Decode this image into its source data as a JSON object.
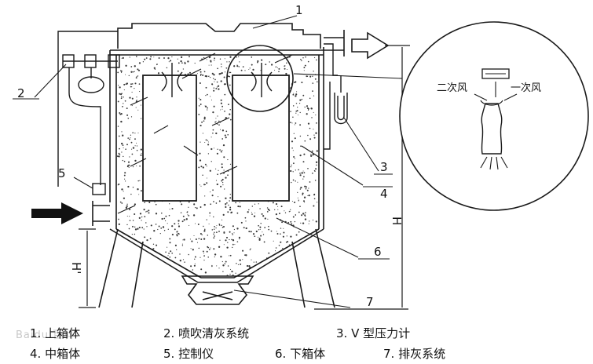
{
  "callouts": {
    "c1": "1",
    "c2": "2",
    "c3": "3",
    "c4": "4",
    "c5": "5",
    "c6": "6",
    "c7": "7"
  },
  "dimensions": {
    "total_height": "H",
    "lower_height": "H'"
  },
  "inset": {
    "secondary_air": "二次风",
    "primary_air": "一次风"
  },
  "legend": [
    [
      "1. 上箱体",
      "2. 喷吹清灰系统",
      "3. V 型压力计"
    ],
    [
      "4. 中箱体",
      "5. 控制仪",
      "6. 下箱体",
      "7. 排灰系统"
    ]
  ],
  "watermark": "Baidu 百科",
  "colors": {
    "line": "#1a1a1a",
    "dust": "#3a3a3a",
    "background": "#ffffff"
  }
}
